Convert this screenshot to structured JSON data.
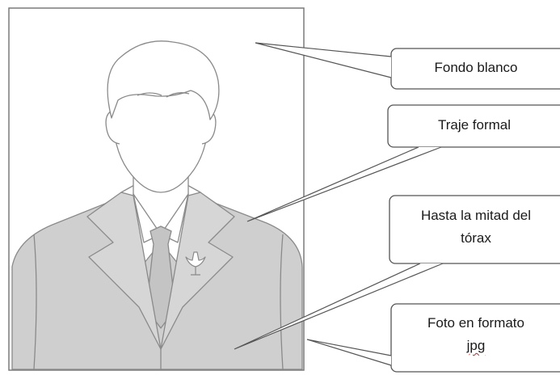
{
  "callouts": {
    "fondo": "Fondo blanco",
    "traje": "Traje formal",
    "mitad_line1": "Hasta la mitad del",
    "mitad_line2": "tórax",
    "foto_line1": "Foto en formato",
    "foto_line2": "jpg"
  },
  "colors": {
    "outline": "#808080",
    "suit_fill": "#cfcfcf",
    "shirt_fill": "#ffffff",
    "spellcheck": "#d02020"
  }
}
